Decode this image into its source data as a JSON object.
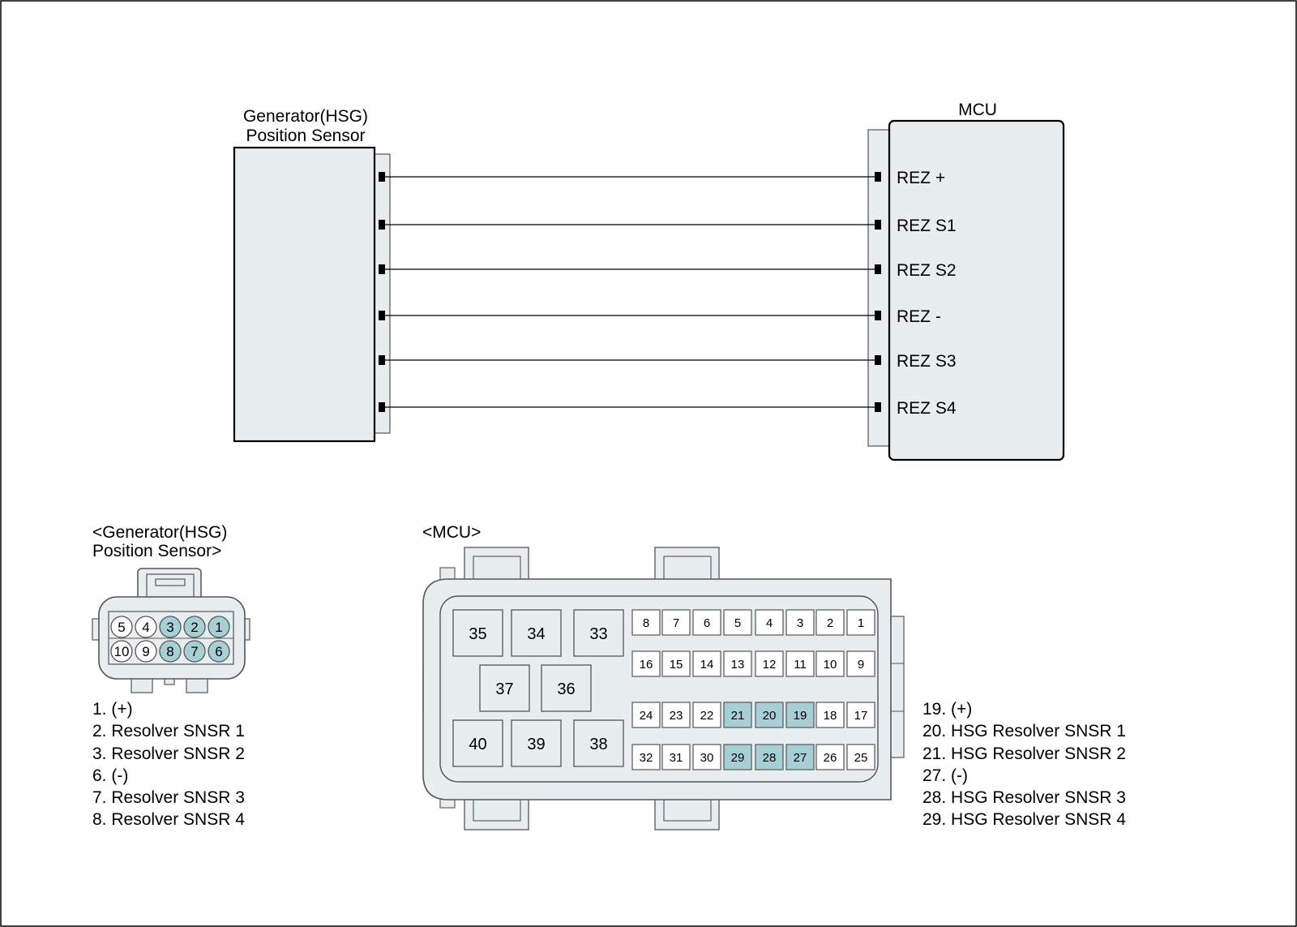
{
  "colors": {
    "component_fill": "#e8eeef",
    "highlight_fill": "#a6cfd6",
    "line": "#000000",
    "connector_gray": "#555555"
  },
  "sensor": {
    "title_line1": "Generator(HSG)",
    "title_line2": "Position Sensor"
  },
  "mcu": {
    "title": "MCU",
    "pins": [
      "REZ +",
      "REZ S1",
      "REZ S2",
      "REZ -",
      "REZ S3",
      "REZ S4"
    ]
  },
  "sensor_connector": {
    "title_line1": "<Generator(HSG)",
    "title_line2": "Position Sensor>",
    "row_top": [
      "5",
      "4",
      "3",
      "2",
      "1"
    ],
    "row_bottom": [
      "10",
      "9",
      "8",
      "7",
      "6"
    ],
    "highlighted": [
      "1",
      "2",
      "3",
      "6",
      "7",
      "8"
    ],
    "legend": [
      "1. (+)",
      "2. Resolver SNSR 1",
      "3. Resolver SNSR 2",
      "6. (-)",
      "7. Resolver SNSR 3",
      "8. Resolver SNSR 4"
    ]
  },
  "mcu_connector": {
    "title": "<MCU>",
    "large_pins": [
      "35",
      "34",
      "33",
      "37",
      "36",
      "40",
      "39",
      "38"
    ],
    "rows": [
      [
        "8",
        "7",
        "6",
        "5",
        "4",
        "3",
        "2",
        "1"
      ],
      [
        "16",
        "15",
        "14",
        "13",
        "12",
        "11",
        "10",
        "9"
      ],
      [
        "24",
        "23",
        "22",
        "21",
        "20",
        "19",
        "18",
        "17"
      ],
      [
        "32",
        "31",
        "30",
        "29",
        "28",
        "27",
        "26",
        "25"
      ]
    ],
    "highlighted": [
      "19",
      "20",
      "21",
      "27",
      "28",
      "29"
    ],
    "legend": [
      "19. (+)",
      "20. HSG Resolver SNSR 1",
      "21. HSG Resolver SNSR 2",
      "27. (-)",
      "28. HSG Resolver SNSR 3",
      "29. HSG Resolver SNSR 4"
    ]
  }
}
